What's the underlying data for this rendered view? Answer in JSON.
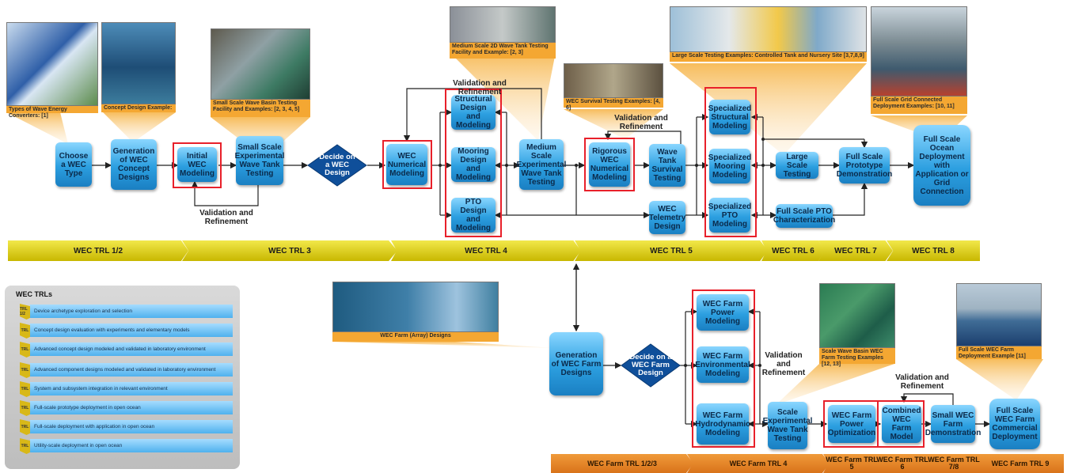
{
  "top_flow": {
    "choose_type": "Choose a WEC Type",
    "concept_designs": "Generation of WEC Concept Designs",
    "initial_modeling": "Initial WEC Modeling",
    "small_scale_testing": "Small Scale Experimental Wave Tank Testing",
    "decide_design": "Decide on a WEC Design",
    "numerical_modeling": "WEC Numerical Modeling",
    "structural": "Structural Design and Modeling",
    "mooring": "Mooring Design and Modeling",
    "pto": "PTO Design and Modeling",
    "medium_scale_testing": "Medium Scale Experimental Wave Tank Testing",
    "rigorous_modeling": "Rigorous WEC Numerical Modeling",
    "survival_testing": "Wave Tank Survival Testing",
    "telemetry": "WEC Telemetry Design",
    "spec_structural": "Specialized Structural Modeling",
    "spec_mooring": "Specialized Mooring Modeling",
    "spec_pto": "Specialized PTO Modeling",
    "large_scale_testing": "Large Scale Testing",
    "full_scale_pto": "Full Scale PTO Characterization",
    "full_scale_prototype": "Full Scale Prototype Demonstration",
    "full_scale_ocean": "Full Scale Ocean Deployment with Application or Grid Connection",
    "validation_1": "Validation and Refinement",
    "validation_2": "Validation and Refinement",
    "validation_3": "Validation and Refinement"
  },
  "top_captions": {
    "types": "Types of Wave Energy Converters: [1]",
    "concept": "Concept Design Example:",
    "small_basin": "Small Scale Wave Basin Testing Facility and Examples: [2, 3, 4, 5]",
    "medium_2d": "Medium Scale 2D Wave Tank Testing Facility and Example: [2, 3]",
    "survival": "WEC Survival Testing Examples: [4, 6]",
    "large_scale": "Large Scale Testing Examples: Controlled Tank and Nursery Site [3,7,8,9]",
    "full_scale_grid": "Full Scale Grid Connected Deployment Examples: [10, 11]"
  },
  "trl_band": [
    "WEC TRL 1/2",
    "WEC TRL 3",
    "WEC TRL 4",
    "WEC TRL 5",
    "WEC TRL 6",
    "WEC TRL 7",
    "WEC TRL 8"
  ],
  "farm_flow": {
    "generation": "Generation of WEC Farm Designs",
    "decide": "Decide on a WEC Farm Design",
    "power_modeling": "WEC Farm Power Modeling",
    "environmental": "WEC Farm Environmental Modeling",
    "hydrodynamic": "WEC Farm Hydrodynamic Modeling",
    "scale_testing": "Scale Experimental Wave Tank Testing",
    "power_optimization": "WEC Farm Power Optimization",
    "combined": "Combined WEC Farm Model",
    "small_demo": "Small WEC Farm Demonstration",
    "commercial": "Full Scale WEC Farm Commercial Deployment",
    "validation_a": "Validation and Refinement",
    "validation_b": "Validation and Refinement"
  },
  "farm_captions": {
    "array": "WEC Farm (Array) Designs",
    "basin": "Scale Wave Basin WEC Farm Testing Examples [12, 13]",
    "commercial": "Full Scale WEC Farm Deployment Example [11]"
  },
  "farm_trl_band": [
    "WEC Farm TRL 1/2/3",
    "WEC Farm TRL 4",
    "WEC Farm TRL 5",
    "WEC Farm TRL 6",
    "WEC Farm TRL 7/8",
    "WEC Farm TRL 9"
  ],
  "legend": {
    "title": "WEC TRLs",
    "items": [
      {
        "tag": "TRL 1/2",
        "text": "Device archetype exploration and selection"
      },
      {
        "tag": "TRL 3",
        "text": "Concept design evaluation with experiments and elementary models"
      },
      {
        "tag": "TRL 4",
        "text": "Advanced concept design modeled and validated in laboratory environment"
      },
      {
        "tag": "TRL 5",
        "text": "Advanced component designs modeled and validated in laboratory environment"
      },
      {
        "tag": "TRL 6",
        "text": "System and subsystem integration in relevant environment"
      },
      {
        "tag": "TRL 7",
        "text": "Full-scale prototype deployment in open ocean"
      },
      {
        "tag": "TRL 8",
        "text": "Full-scale deployment with application in open ocean"
      },
      {
        "tag": "TRL 9",
        "text": "Utility-scale deployment in open ocean"
      }
    ]
  },
  "colors": {
    "box_blue": "#2c9fe0",
    "diamond_blue": "#0f4f9a",
    "red_frame": "#e8202a",
    "caption_orange": "#f4a732",
    "trl_yellow": "#e0d21a",
    "farm_trl_orange": "#e8822a"
  }
}
